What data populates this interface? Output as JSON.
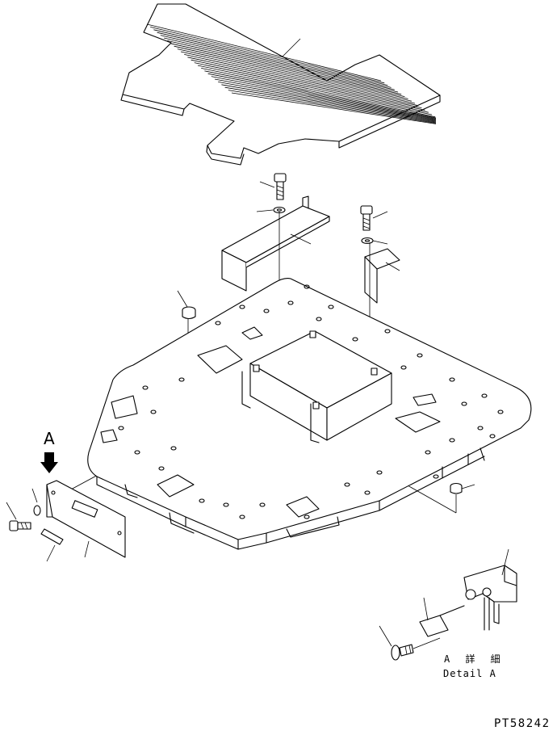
{
  "view_label": "A",
  "detail_caption_jp": "A 詳 細",
  "detail_caption_en": "Detail A",
  "drawing_code": "PT58242"
}
